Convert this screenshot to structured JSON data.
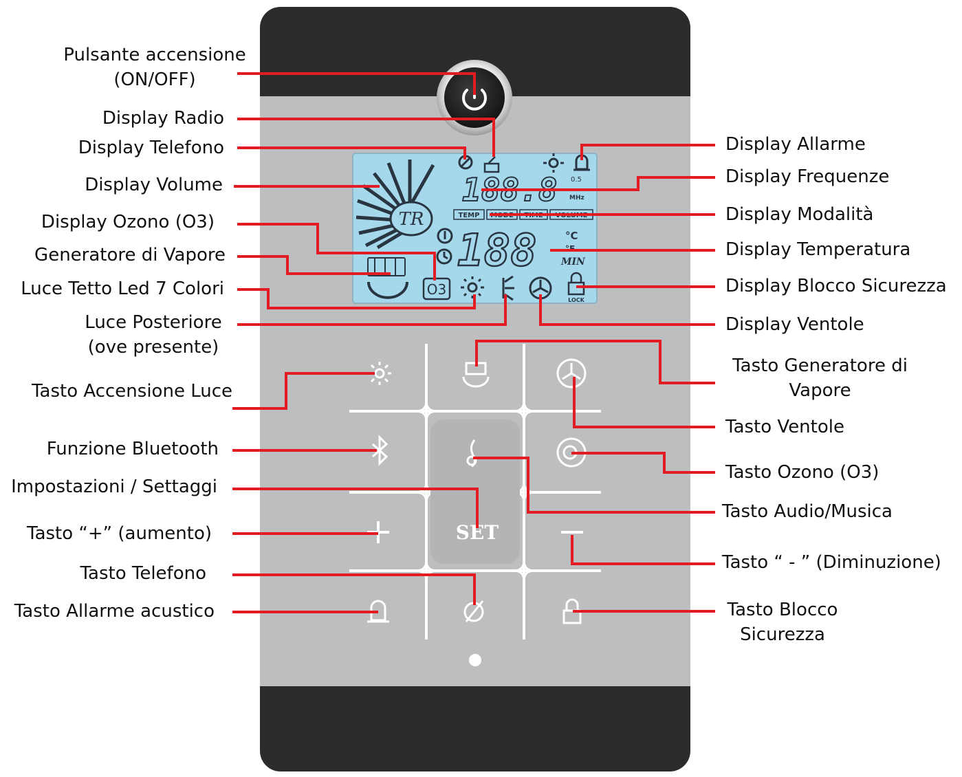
{
  "left_labels": {
    "power": [
      "Pulsante accensione",
      "(ON/OFF)"
    ],
    "radio": "Display Radio",
    "phone": "Display Telefono",
    "volume": "Display Volume",
    "ozone": "Display Ozono (O3)",
    "steam": "Generatore di Vapore",
    "roof_light": "Luce Tetto Led 7 Colori",
    "rear_light": [
      "Luce Posteriore",
      "(ove presente)"
    ],
    "light_key": "Tasto Accensione Luce",
    "bluetooth": "Funzione Bluetooth",
    "settings": "Impostazioni / Settaggi",
    "plus_key": "Tasto “+” (aumento)",
    "phone_key": "Tasto Telefono",
    "alarm_key": "Tasto Allarme acustico"
  },
  "right_labels": {
    "alarm": "Display Allarme",
    "freq": "Display Frequenze",
    "mode": "Display  Modalità",
    "temp": "Display Temperatura",
    "lock": "Display Blocco Sicurezza",
    "fans": "Display Ventole",
    "steam_key": [
      "Tasto Generatore di",
      "Vapore"
    ],
    "fan_key": "Tasto Ventole",
    "ozone_key": "Tasto Ozono (O3)",
    "audio_key": "Tasto Audio/Musica",
    "minus_key": "Tasto “ - ” (Diminuzione)",
    "lock_key": [
      "Tasto Blocco",
      "Sicurezza"
    ]
  },
  "lcd": {
    "logo": "TR",
    "freq_digits": "188.8",
    "freq_units": [
      "0.5",
      "MHz"
    ],
    "modes": [
      "TEMP",
      "MODE",
      "TIME",
      "VOLUME"
    ],
    "temp_digits": "188",
    "temp_units": [
      "°C",
      "°F",
      "MIN"
    ],
    "ozone": "O3",
    "lock_caption": "LOCK"
  },
  "keypad": {
    "set_label": "SET"
  },
  "colors": {
    "panel_dark": "#2b2b2b",
    "panel_grey": "#bdbec0",
    "lcd_bg": "#a6d8ec",
    "lcd_ink": "#2a3542",
    "leader": "#e31b23",
    "key_glyph": "#ffffff"
  },
  "icons": [
    "power-icon",
    "radio-icon",
    "phone-icon",
    "light-icon",
    "bell-icon",
    "fan-icon",
    "ozone-icon",
    "lock-icon",
    "steam-icon",
    "bluetooth-icon",
    "music-icon",
    "plus-icon",
    "minus-icon"
  ]
}
